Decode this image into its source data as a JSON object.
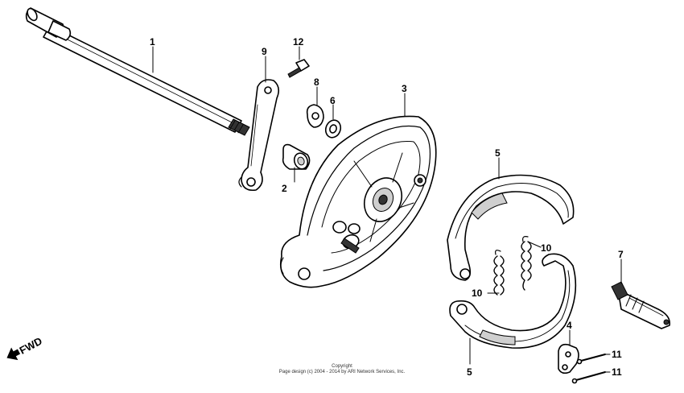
{
  "callouts": {
    "c1": "1",
    "c2": "2",
    "c3": "3",
    "c4": "4",
    "c5a": "5",
    "c5b": "5",
    "c6": "6",
    "c7": "7",
    "c8": "8",
    "c9": "9",
    "c10a": "10",
    "c10b": "10",
    "c11a": "11",
    "c11b": "11",
    "c12": "12"
  },
  "fwd_label": "FWD",
  "copyright": {
    "line1": "Copyright",
    "line2": "Page design (c) 2004 - 2014 by ARI Network Services, Inc."
  }
}
